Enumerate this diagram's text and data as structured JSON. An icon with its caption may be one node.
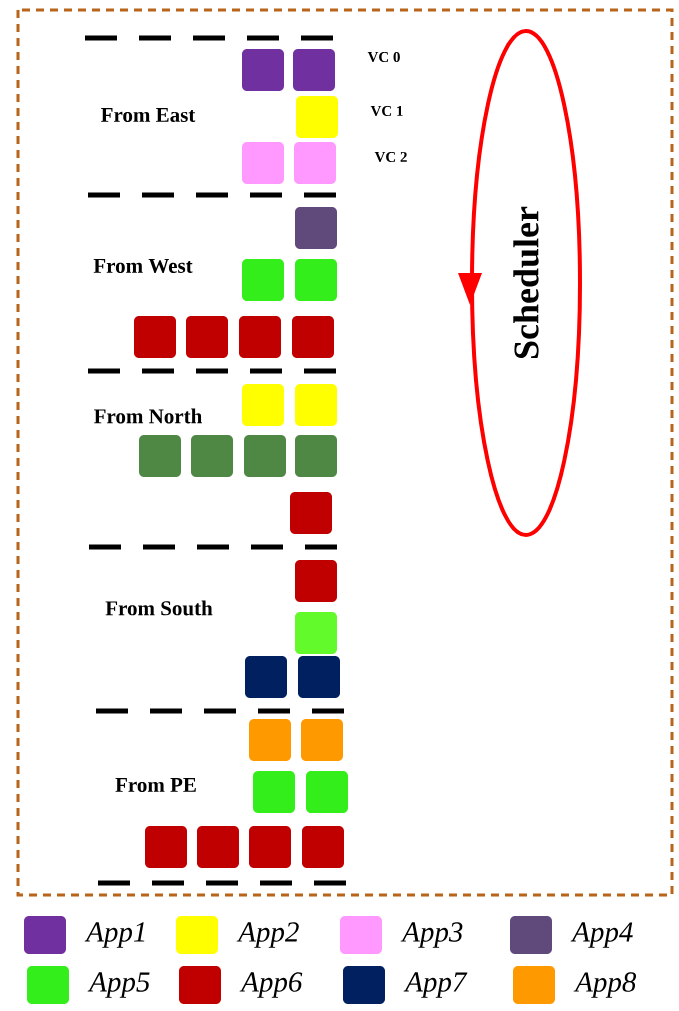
{
  "diagram": {
    "nodes": [
      {
        "text": [
          "Scheduler"
        ]
      }
    ],
    "labels": [
      "VC 0",
      "From East",
      "VC 1",
      "VC 2",
      "From West",
      "From North",
      "From South",
      "From PE"
    ],
    "legend": [
      {
        "text": "App1",
        "color": "#7030a0"
      },
      {
        "text": "App2",
        "color": "#ffff00"
      },
      {
        "text": "App3",
        "color": "#ff99ff"
      },
      {
        "text": "App4",
        "color": "#604a7b"
      },
      {
        "text": "App5",
        "color": "#33ee1a"
      },
      {
        "text": "App6",
        "color": "#c00000"
      },
      {
        "text": "App7",
        "color": "#002060"
      },
      {
        "text": "App8",
        "color": "#ff9900"
      }
    ]
  }
}
